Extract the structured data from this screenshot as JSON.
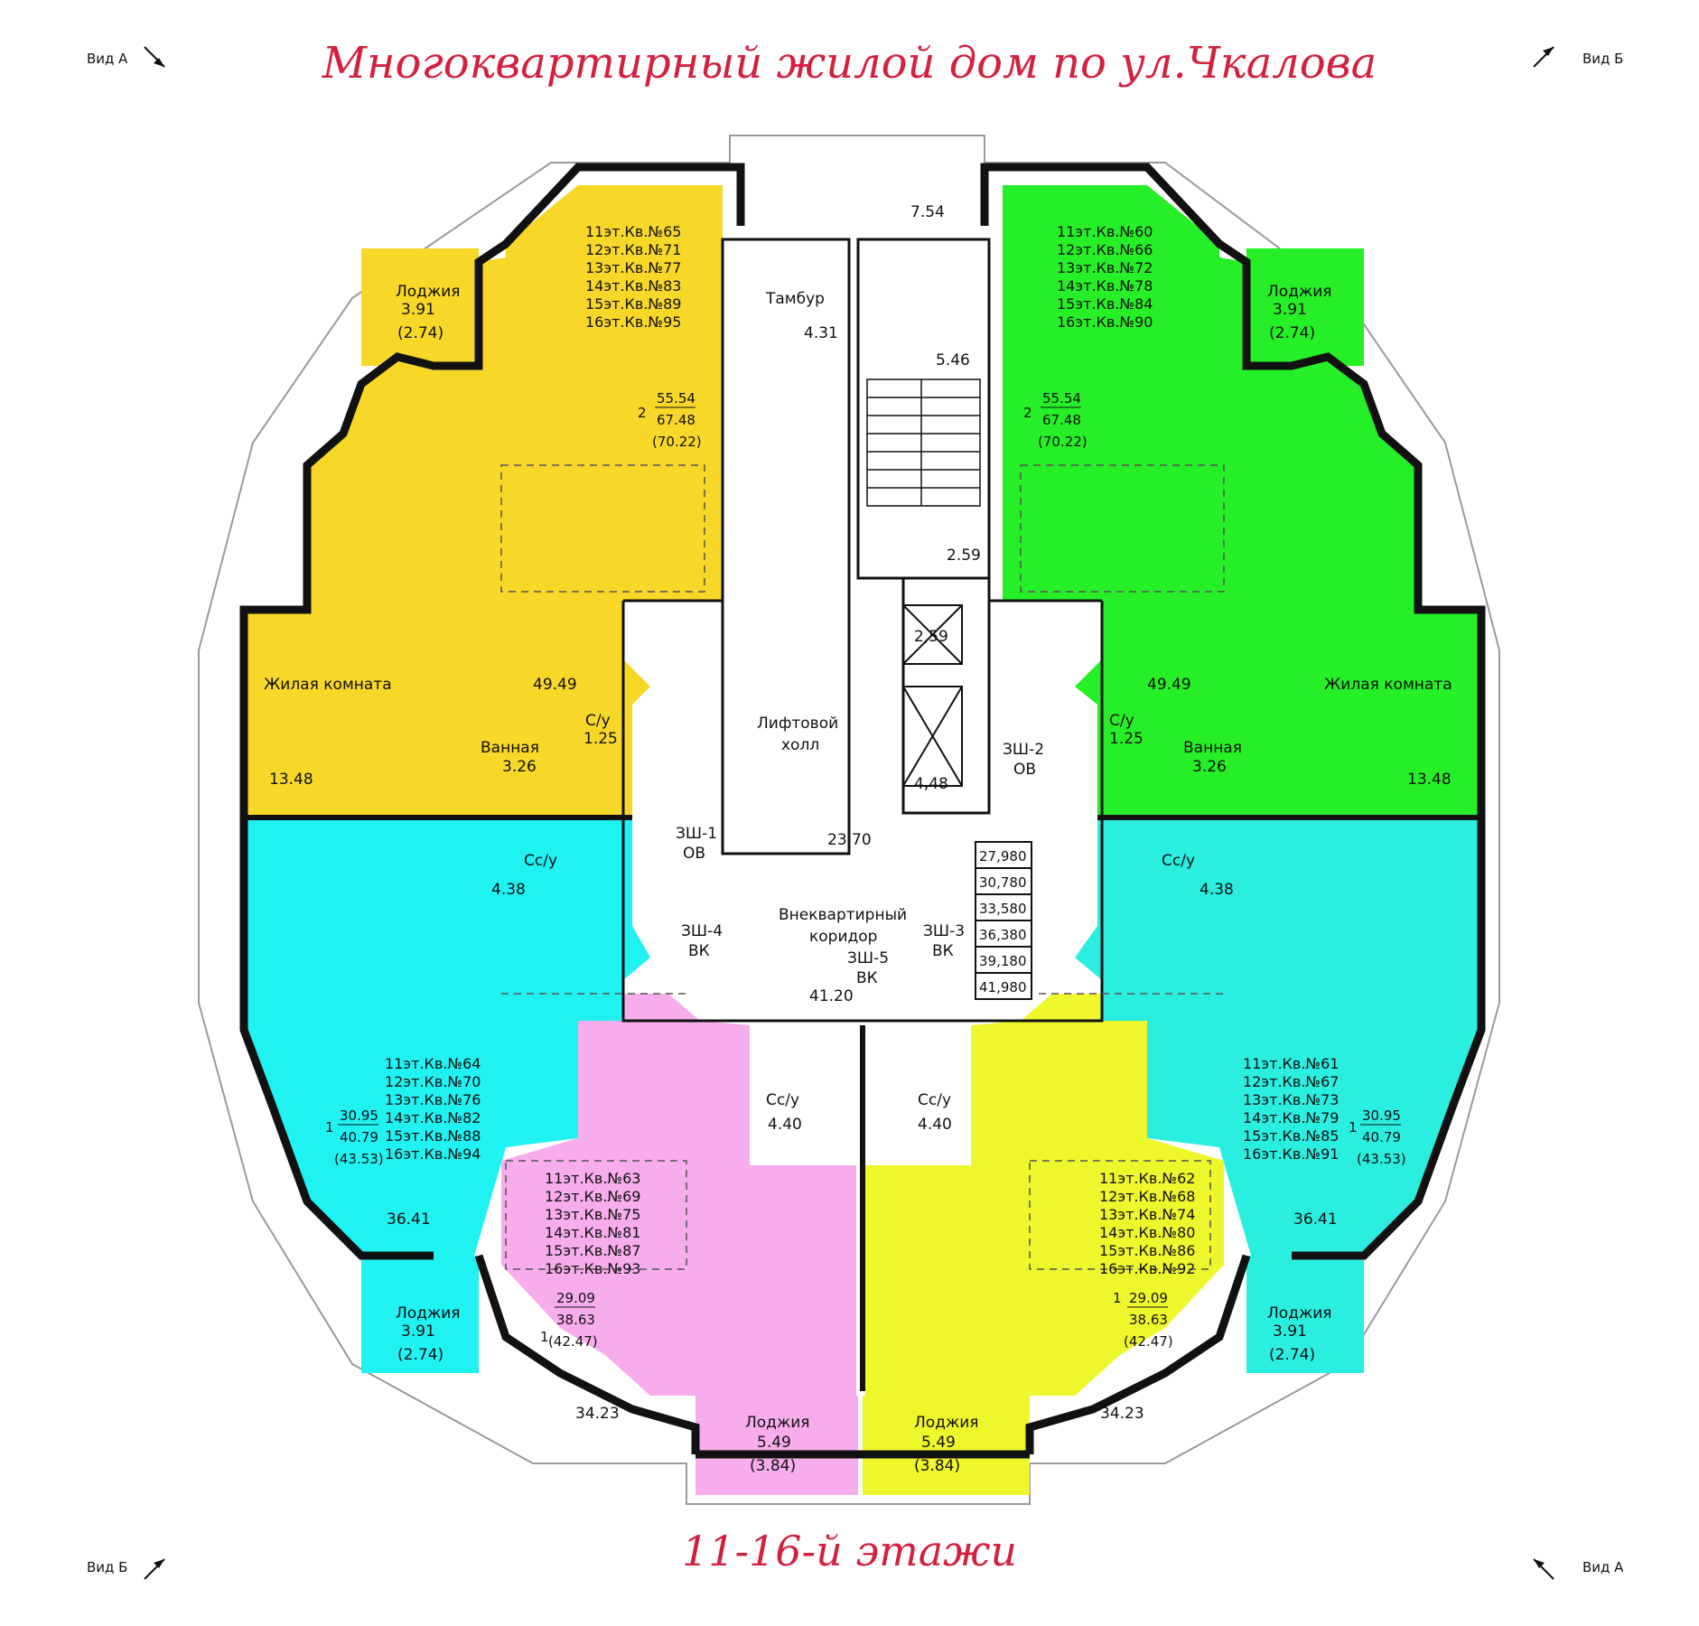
{
  "title": "Многоквартирный жилой дом по ул.Чкалова",
  "floors_title": "11-16-й этажи",
  "colors": {
    "yellow_orange": "#f7d828",
    "green": "#27ef27",
    "cyan_left": "#20f2f2",
    "cyan_right": "#2aefe0",
    "pink": "#f7aceb",
    "yellow_lime": "#eef72c",
    "wall": "#111111",
    "title": "#d4203f"
  },
  "views": {
    "top_left": "Вид А",
    "top_right": "Вид Б",
    "bottom_left": "Вид Б",
    "bottom_right": "Вид А"
  },
  "apartments": {
    "nw": {
      "numbers": [
        "11эт.Кв.№65",
        "12эт.Кв.№71",
        "13эт.Кв.№77",
        "14эт.Кв.№83",
        "15эт.Кв.№89",
        "16эт.Кв.№95"
      ],
      "rooms": "2",
      "area_living": "55.54",
      "area_total": "67.48",
      "area_with_loggia": "(70.22)",
      "loggia_label": "Лоджия",
      "loggia_area": "3.91",
      "loggia_reduced": "(2.74)",
      "living_room_label": "Жилая комната",
      "living_area": "49.49",
      "second_room": "13.48",
      "bath_label": "Ванная",
      "bath_area": "3.26",
      "wc_label": "С/у",
      "wc_area": "1.25"
    },
    "ne": {
      "numbers": [
        "11эт.Кв.№60",
        "12эт.Кв.№66",
        "13эт.Кв.№72",
        "14эт.Кв.№78",
        "15эт.Кв.№84",
        "16эт.Кв.№90"
      ],
      "rooms": "2",
      "area_living": "55.54",
      "area_total": "67.48",
      "area_with_loggia": "(70.22)",
      "loggia_label": "Лоджия",
      "loggia_area": "3.91",
      "loggia_reduced": "(2.74)",
      "living_room_label": "Жилая комната",
      "living_area": "49.49",
      "second_room": "13.48",
      "bath_label": "Ванная",
      "bath_area": "3.26",
      "wc_label": "С/у",
      "wc_area": "1.25"
    },
    "w": {
      "numbers": [
        "11эт.Кв.№64",
        "12эт.Кв.№70",
        "13эт.Кв.№76",
        "14эт.Кв.№82",
        "15эт.Кв.№88",
        "16эт.Кв.№94"
      ],
      "rooms": "1",
      "area_living": "30.95",
      "area_total": "40.79",
      "area_with_loggia": "(43.53)",
      "room_area": "36.41",
      "wc_label": "Сс/у",
      "wc_area": "4.38",
      "loggia_label": "Лоджия",
      "loggia_area": "3.91",
      "loggia_reduced": "(2.74)"
    },
    "e": {
      "numbers": [
        "11эт.Кв.№61",
        "12эт.Кв.№67",
        "13эт.Кв.№73",
        "14эт.Кв.№79",
        "15эт.Кв.№85",
        "16эт.Кв.№91"
      ],
      "rooms": "1",
      "area_living": "30.95",
      "area_total": "40.79",
      "area_with_loggia": "(43.53)",
      "room_area": "36.41",
      "wc_label": "Сс/у",
      "wc_area": "4.38",
      "loggia_label": "Лоджия",
      "loggia_area": "3.91",
      "loggia_reduced": "(2.74)"
    },
    "sw": {
      "numbers": [
        "11эт.Кв.№63",
        "12эт.Кв.№69",
        "13эт.Кв.№75",
        "14эт.Кв.№81",
        "15эт.Кв.№87",
        "16эт.Кв.№93"
      ],
      "rooms": "1",
      "area_living": "29.09",
      "area_total": "38.63",
      "area_with_loggia": "(42.47)",
      "room_area": "34.23",
      "wc_label": "Сс/у",
      "wc_area": "4.40",
      "loggia_label": "Лоджия",
      "loggia_area": "5.49",
      "loggia_reduced": "(3.84)"
    },
    "se": {
      "numbers": [
        "11эт.Кв.№62",
        "12эт.Кв.№68",
        "13эт.Кв.№74",
        "14эт.Кв.№80",
        "15эт.Кв.№86",
        "16эт.Кв.№92"
      ],
      "rooms": "1",
      "area_living": "29.09",
      "area_total": "38.63",
      "area_with_loggia": "(42.47)",
      "room_area": "34.23",
      "wc_label": "Сс/у",
      "wc_area": "4.40",
      "loggia_label": "Лоджия",
      "loggia_area": "5.49",
      "loggia_reduced": "(3.84)"
    }
  },
  "common": {
    "vestibule_label": "Тамбур",
    "vestibule_area": "4.31",
    "entrance_area": "7.54",
    "stair_area_top": "5.46",
    "stair_area_bottom": "2.59",
    "lift_area_top": "2,59",
    "lift_area_bottom": "4,48",
    "lift_hall_label_1": "Лифтовой",
    "lift_hall_label_2": "холл",
    "lift_hall_area": "23.70",
    "corridor_label_1": "Внеквартирный",
    "corridor_label_2": "коридор",
    "corridor_area": "41.20",
    "shafts": [
      {
        "name": "ЗШ-1",
        "type": "ОВ"
      },
      {
        "name": "ЗШ-2",
        "type": "ОВ"
      },
      {
        "name": "ЗШ-3",
        "type": "ВК"
      },
      {
        "name": "ЗШ-4",
        "type": "ВК"
      },
      {
        "name": "ЗШ-5",
        "type": "ВК"
      }
    ],
    "elevations": [
      "27,980",
      "30,780",
      "33,580",
      "36,380",
      "39,180",
      "41,980"
    ]
  }
}
